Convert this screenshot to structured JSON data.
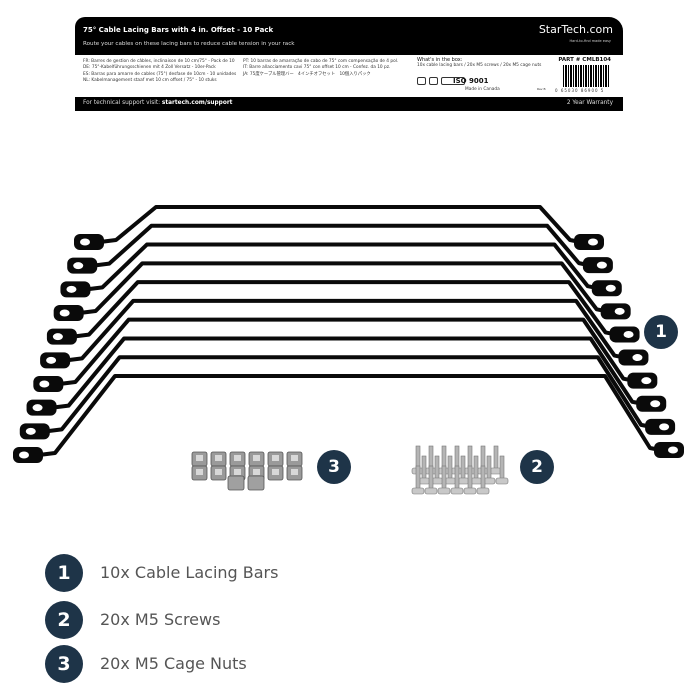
{
  "label": {
    "title": "75° Cable Lacing Bars with 4 in. Offset - 10 Pack",
    "subtitle": "Route your cables on these lacing bars to reduce cable tension in your rack",
    "brand": "StarTech.com",
    "tagline": "Hard-to-find made easy",
    "translations_left": [
      "FR: Barres de gestion de câbles, inclinaison de 10 cm/75° - Pack de 10",
      "DE: 75°-Kabelführungsschienen mit 4 Zoll Versatz - 10er-Pack",
      "ES: Barras para amarre de cables (75°) desfase de 10cm - 10 unidades",
      "NL: Kabelmanagement staaf met 10 cm offset / 75° - 10 stuks"
    ],
    "translations_right": [
      "PT: 10 barras de amarração de cabo de 75° com compensação de 4 pol.",
      "IT: Barre allacciamento cavi 75° con offset 10 cm - Confez. da 10 pz.",
      "JA: 75度ケーブル管理バー　4インチオフセット　10個入りパック"
    ],
    "box_title": "What's in the box:",
    "box_contents": "10x cable lacing bars / 20x M5 screws / 20x M5 cage nuts",
    "iso": "ISO 9001",
    "made_in": "Made in Canada",
    "rev": "Rev B",
    "part": "PART # CMLB104",
    "barcode_number": "0 65030 86900 5",
    "support_prefix": "For technical support visit: ",
    "support_url": "startech.com/support",
    "warranty": "2 Year Warranty"
  },
  "colors": {
    "badge": "#1e3448",
    "bar": "#0a0a0a"
  },
  "callouts": [
    "1",
    "2",
    "3"
  ],
  "legend": [
    {
      "num": "1",
      "text": "10x Cable Lacing Bars"
    },
    {
      "num": "2",
      "text": "20x M5 Screws"
    },
    {
      "num": "3",
      "text": "20x M5 Cage Nuts"
    }
  ]
}
